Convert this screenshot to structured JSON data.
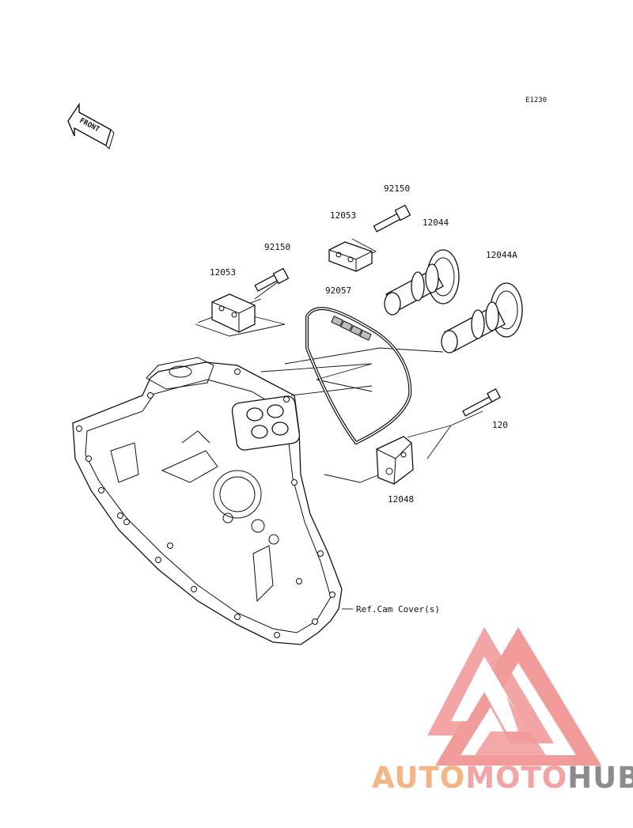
{
  "diagram": {
    "code": "E1230",
    "front_label": "FRONT",
    "parts": {
      "bolt_top": "92150",
      "holder_top": "12053",
      "bolt_left": "92150",
      "holder_left": "12053",
      "chain": "92057",
      "camshaft_front": "12044",
      "camshaft_rear": "12044A",
      "bolt_tensioner": "120",
      "tensioner": "12048"
    },
    "ref_note": "Ref.Cam Cover(s)"
  },
  "watermark": {
    "part1": "AUTO",
    "part2": "MOTO",
    "part3": "HUB",
    "colors": {
      "auto": "#f5b483",
      "moto": "#f4a3a3",
      "hub": "#8c8c8c",
      "logo": "#f08a8a"
    }
  }
}
